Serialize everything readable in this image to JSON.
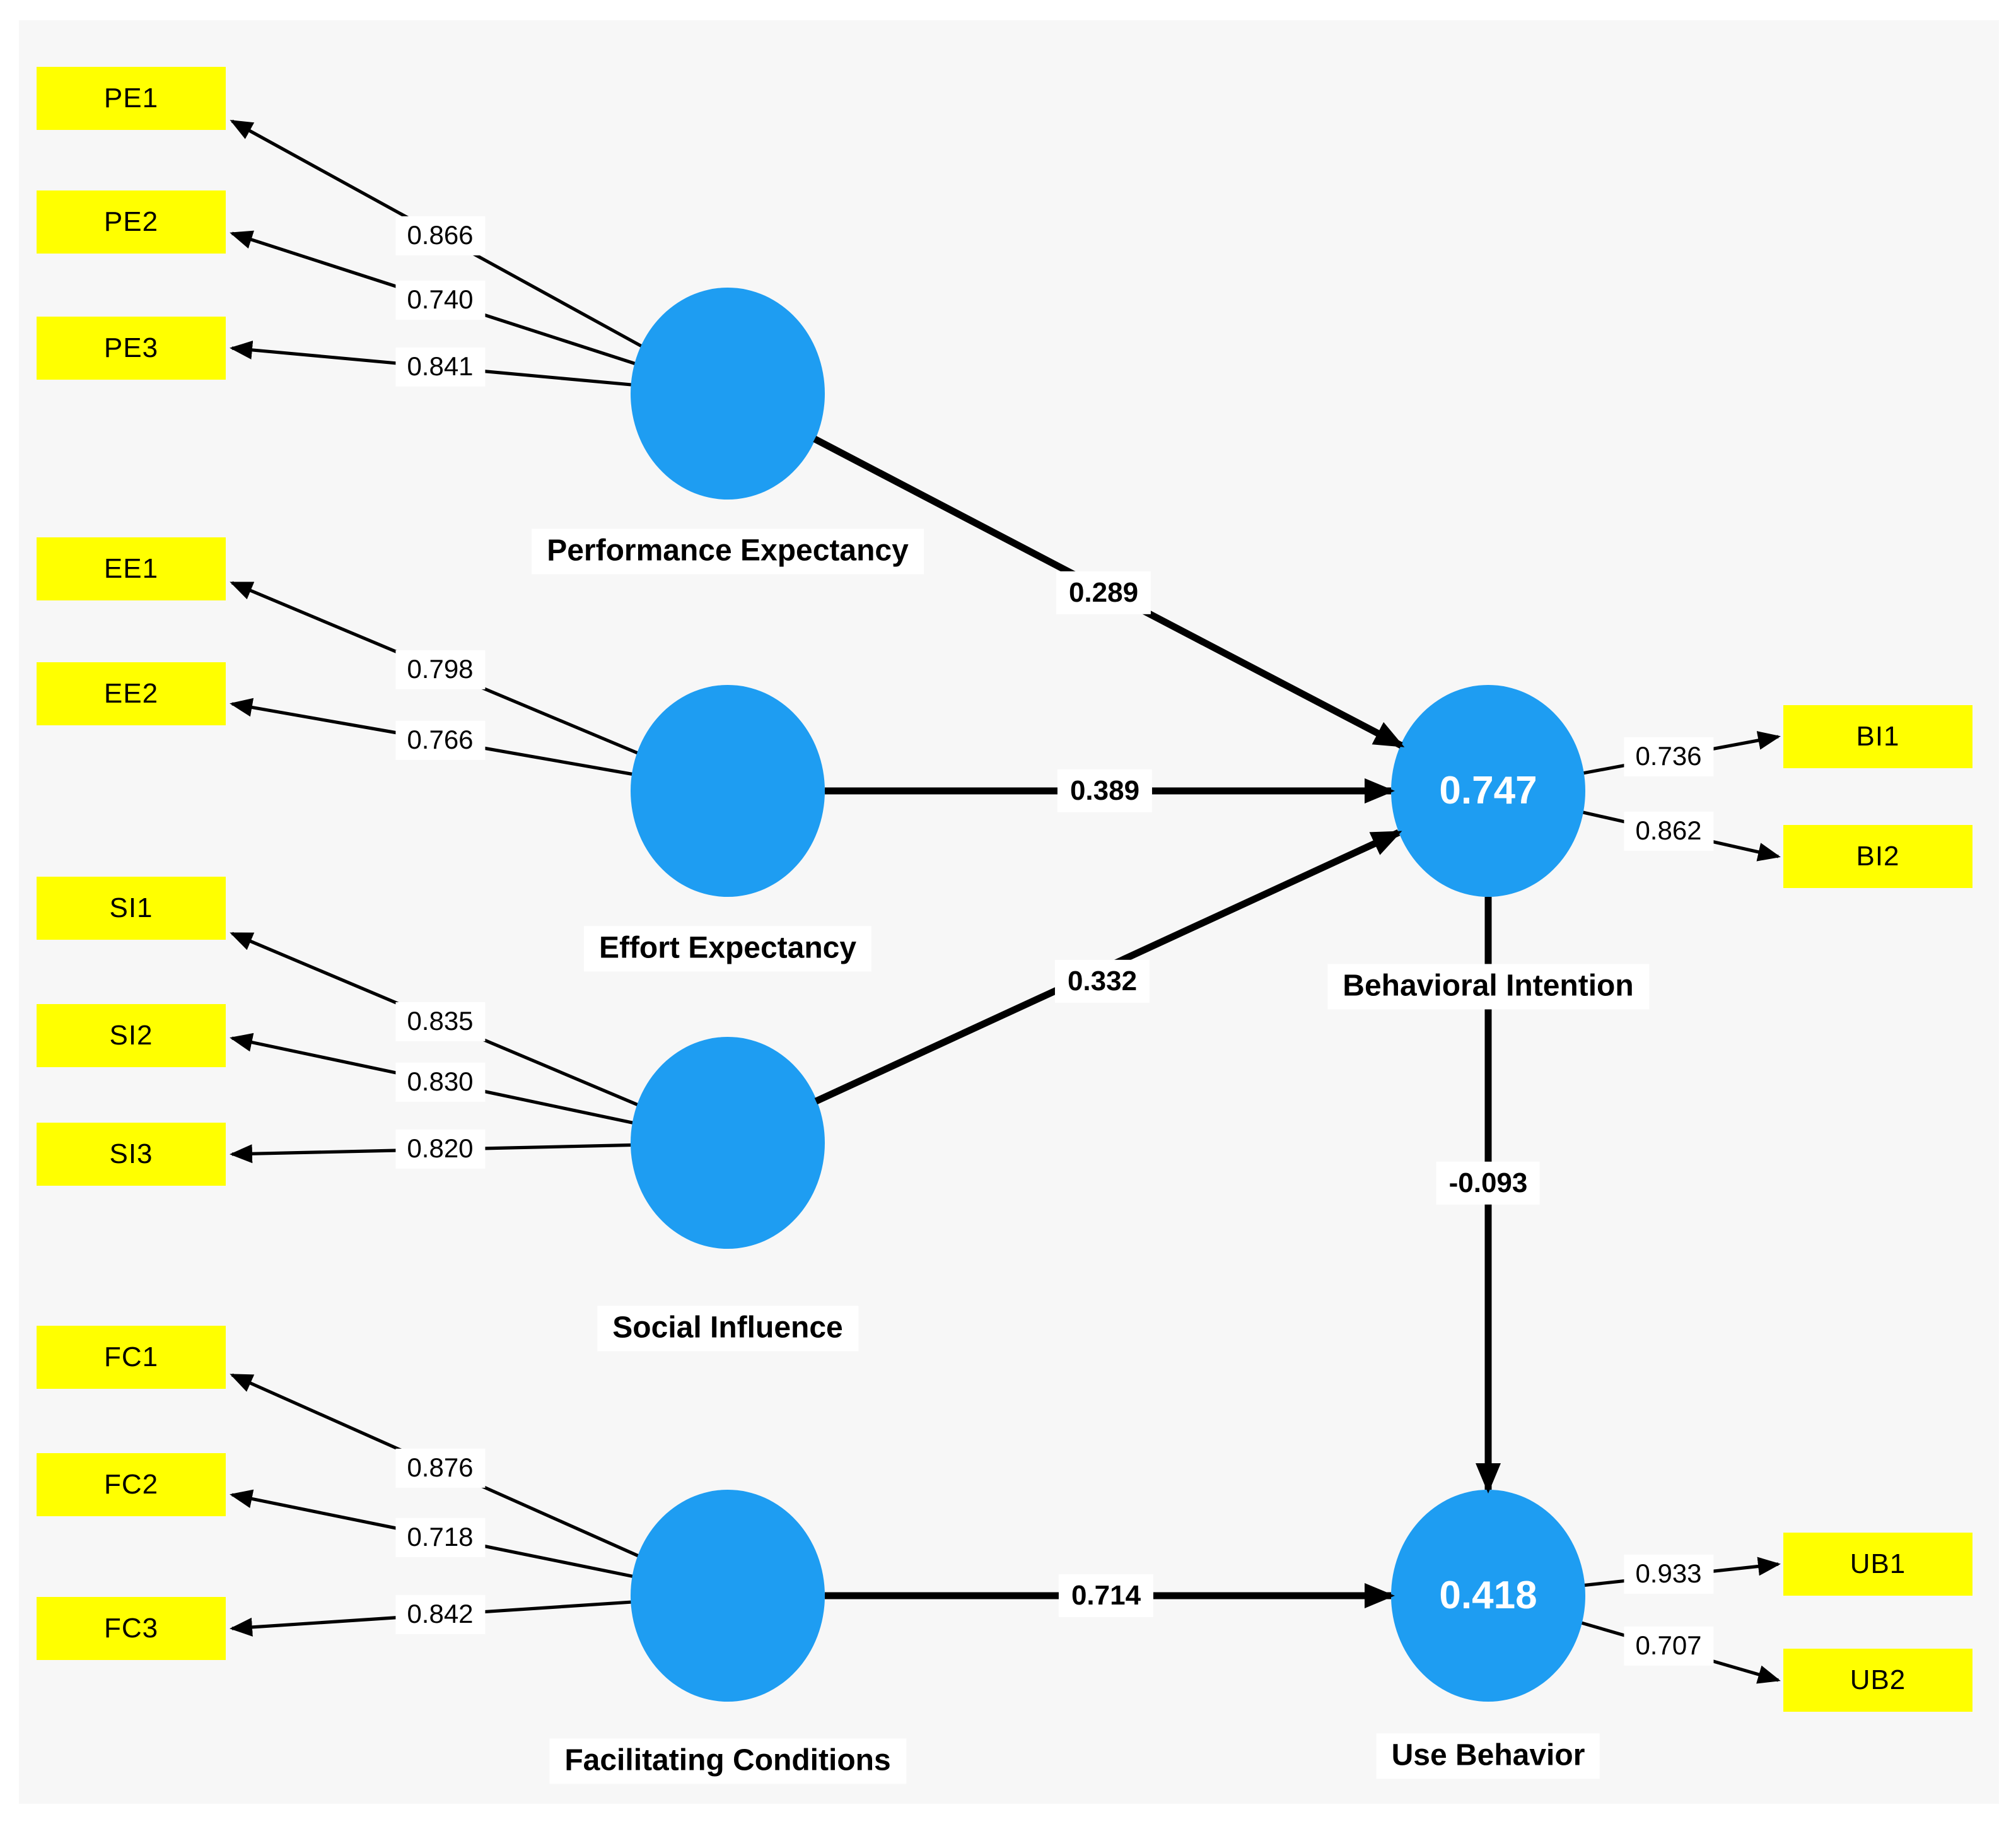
{
  "colors": {
    "page_bg": "#ffffff",
    "panel_bg": "#f7f7f7",
    "construct_fill": "#1e9df2",
    "indicator_fill": "#ffff00",
    "arrow_color": "#000000",
    "label_bg": "#ffffff",
    "text_color": "#000000",
    "r2_text_color": "#ffffff"
  },
  "constructs": {
    "pe": {
      "label": "Performance Expectancy"
    },
    "ee": {
      "label": "Effort Expectancy"
    },
    "si": {
      "label": "Social Influence"
    },
    "fc": {
      "label": "Facilitating Conditions"
    },
    "bi": {
      "label": "Behavioral Intention",
      "r2": "0.747"
    },
    "ub": {
      "label": "Use Behavior",
      "r2": "0.418"
    }
  },
  "indicators": {
    "pe": [
      {
        "label": "PE1",
        "loading": "0.866"
      },
      {
        "label": "PE2",
        "loading": "0.740"
      },
      {
        "label": "PE3",
        "loading": "0.841"
      }
    ],
    "ee": [
      {
        "label": "EE1",
        "loading": "0.798"
      },
      {
        "label": "EE2",
        "loading": "0.766"
      }
    ],
    "si": [
      {
        "label": "SI1",
        "loading": "0.835"
      },
      {
        "label": "SI2",
        "loading": "0.830"
      },
      {
        "label": "SI3",
        "loading": "0.820"
      }
    ],
    "fc": [
      {
        "label": "FC1",
        "loading": "0.876"
      },
      {
        "label": "FC2",
        "loading": "0.718"
      },
      {
        "label": "FC3",
        "loading": "0.842"
      }
    ],
    "bi": [
      {
        "label": "BI1",
        "loading": "0.736"
      },
      {
        "label": "BI2",
        "loading": "0.862"
      }
    ],
    "ub": [
      {
        "label": "UB1",
        "loading": "0.933"
      },
      {
        "label": "UB2",
        "loading": "0.707"
      }
    ]
  },
  "paths": {
    "pe_bi": {
      "from": "Performance Expectancy",
      "to": "Behavioral Intention",
      "value": "0.289"
    },
    "ee_bi": {
      "from": "Effort Expectancy",
      "to": "Behavioral Intention",
      "value": "0.389"
    },
    "si_bi": {
      "from": "Social Influence",
      "to": "Behavioral Intention",
      "value": "0.332"
    },
    "bi_ub": {
      "from": "Behavioral Intention",
      "to": "Use Behavior",
      "value": "-0.093"
    },
    "fc_ub": {
      "from": "Facilitating Conditions",
      "to": "Use Behavior",
      "value": "0.714"
    }
  }
}
